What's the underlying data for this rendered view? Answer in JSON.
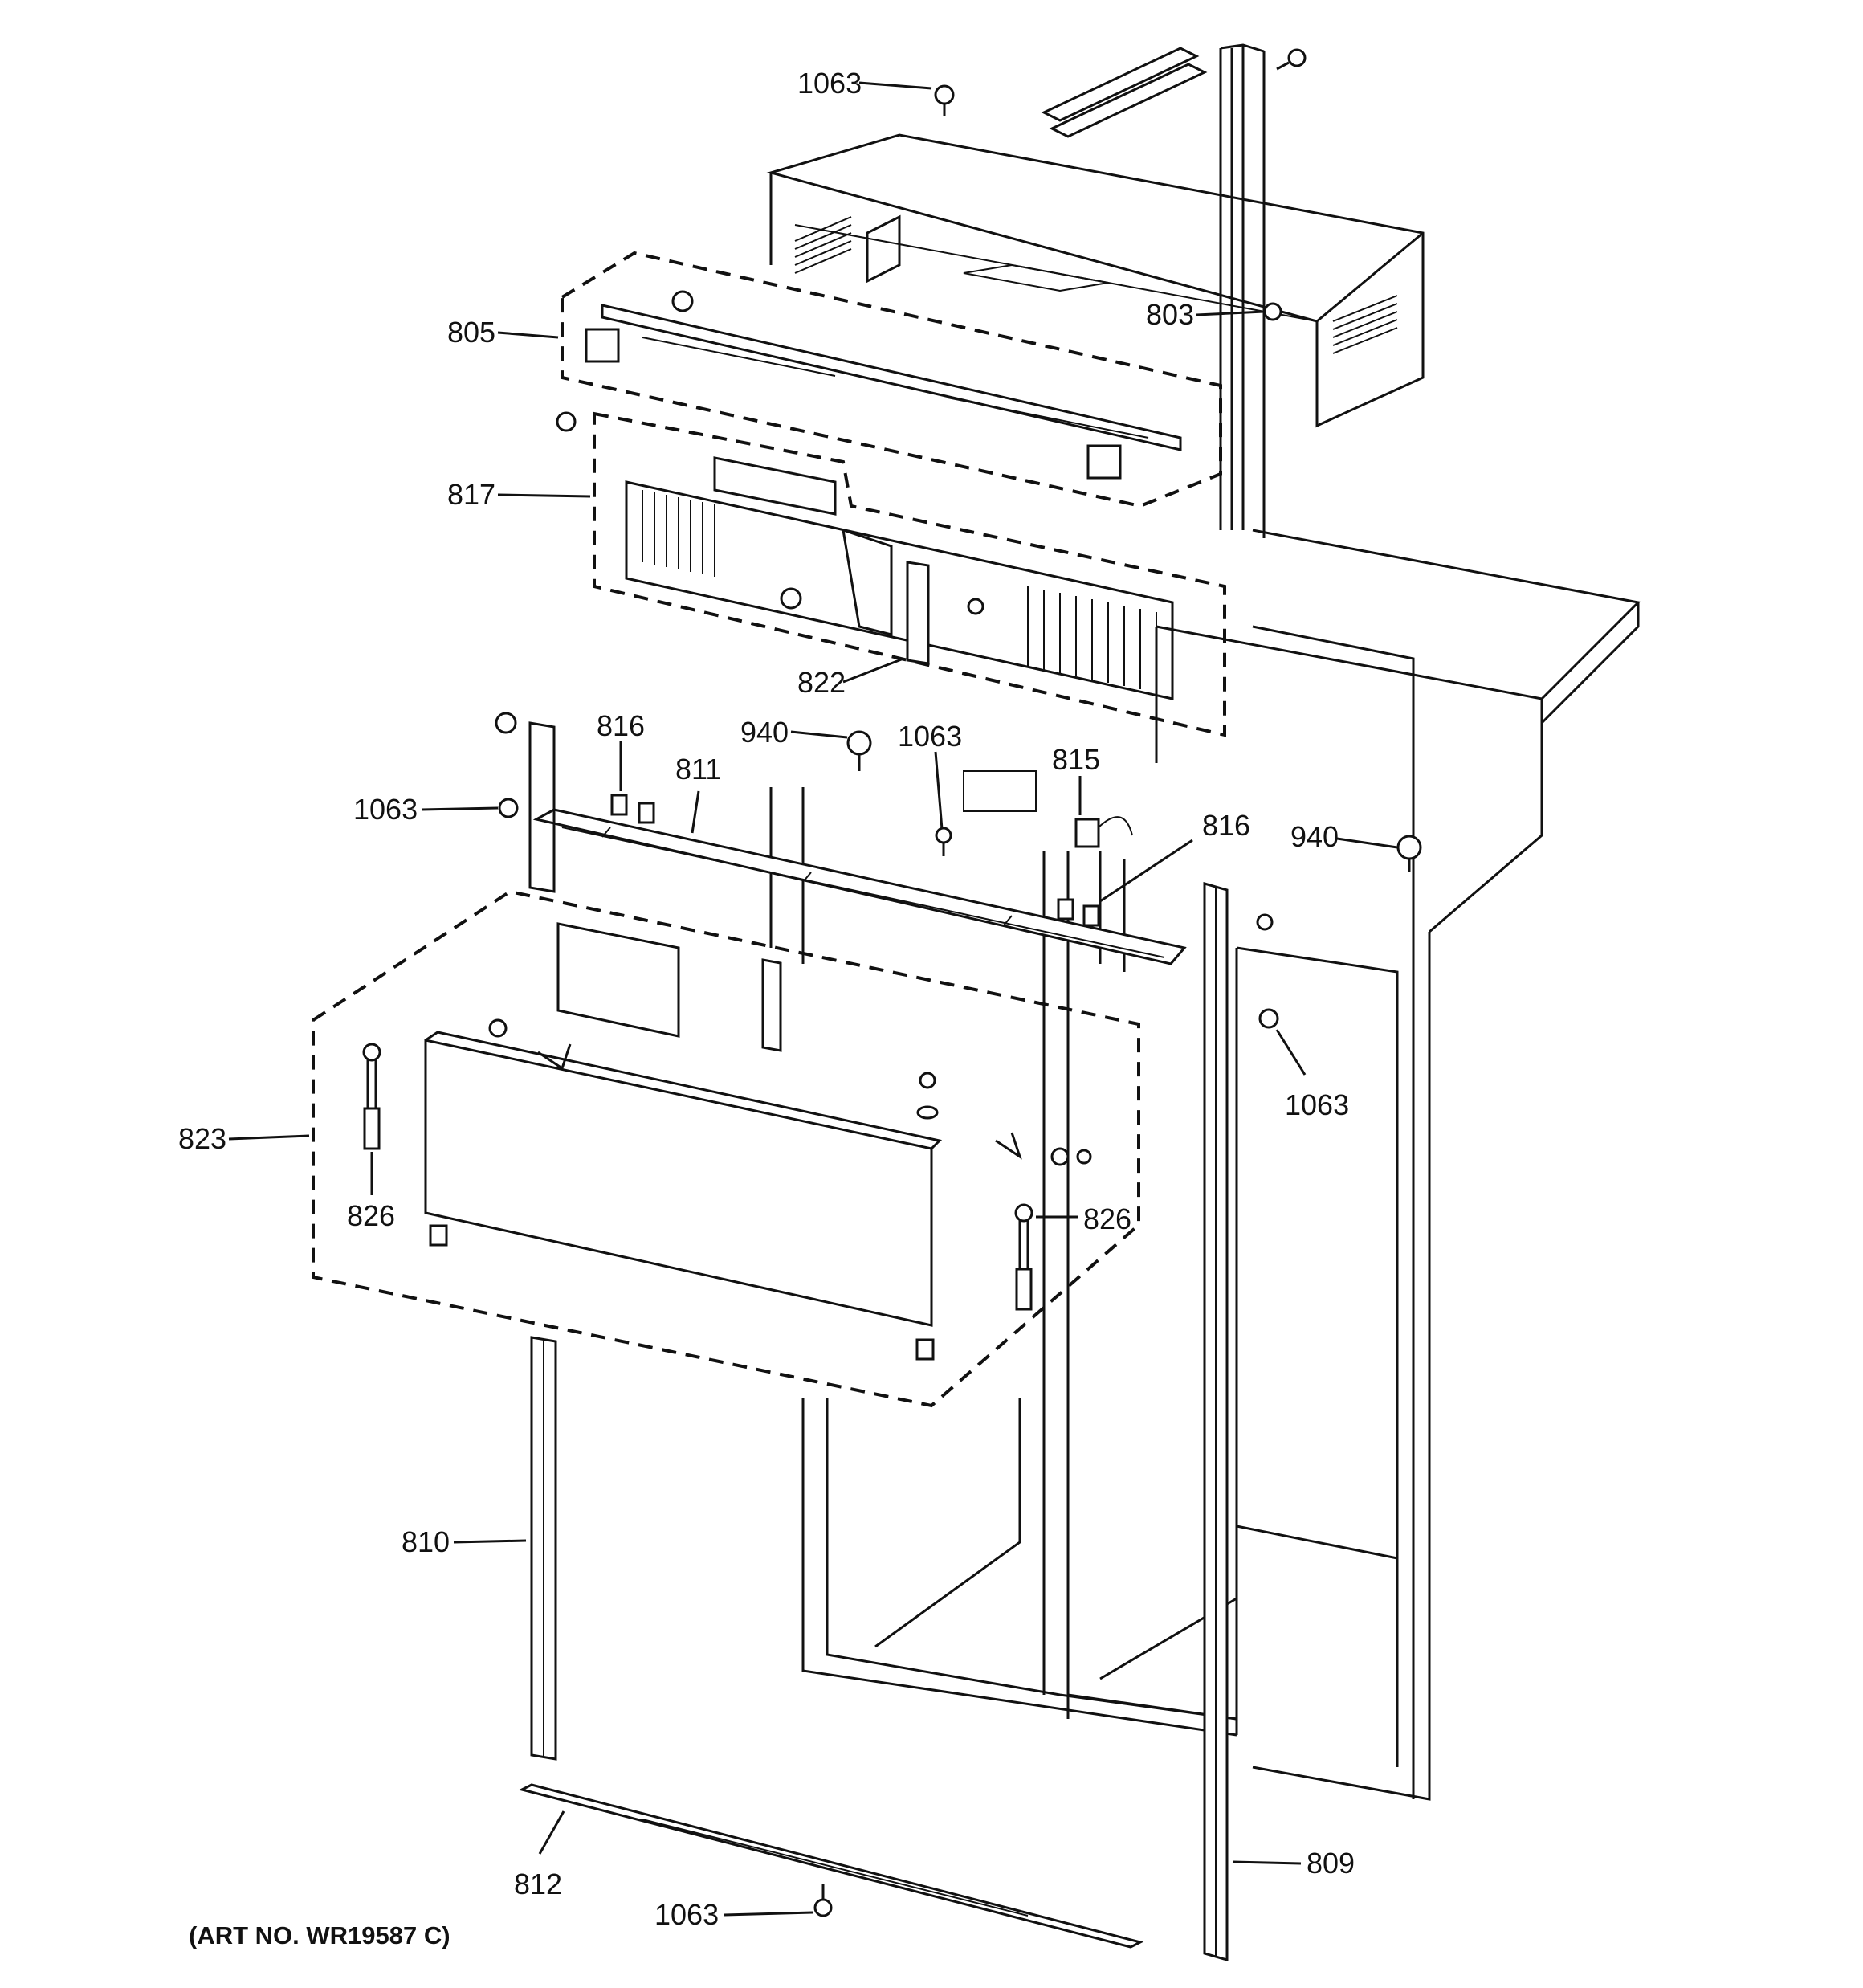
{
  "diagram": {
    "art_number": "(ART NO. WR19587 C)",
    "callouts": [
      {
        "id": "c1063a",
        "text": "1063"
      },
      {
        "id": "c803",
        "text": "803"
      },
      {
        "id": "c805",
        "text": "805"
      },
      {
        "id": "c817",
        "text": "817"
      },
      {
        "id": "c822",
        "text": "822"
      },
      {
        "id": "c816a",
        "text": "816"
      },
      {
        "id": "c940a",
        "text": "940"
      },
      {
        "id": "c1063b",
        "text": "1063"
      },
      {
        "id": "c815",
        "text": "815"
      },
      {
        "id": "c811",
        "text": "811"
      },
      {
        "id": "c1063c",
        "text": "1063"
      },
      {
        "id": "c816b",
        "text": "816"
      },
      {
        "id": "c940b",
        "text": "940"
      },
      {
        "id": "c1063d",
        "text": "1063"
      },
      {
        "id": "c823",
        "text": "823"
      },
      {
        "id": "c826a",
        "text": "826"
      },
      {
        "id": "c826b",
        "text": "826"
      },
      {
        "id": "c810",
        "text": "810"
      },
      {
        "id": "c812",
        "text": "812"
      },
      {
        "id": "c1063e",
        "text": "1063"
      },
      {
        "id": "c809",
        "text": "809"
      }
    ]
  }
}
